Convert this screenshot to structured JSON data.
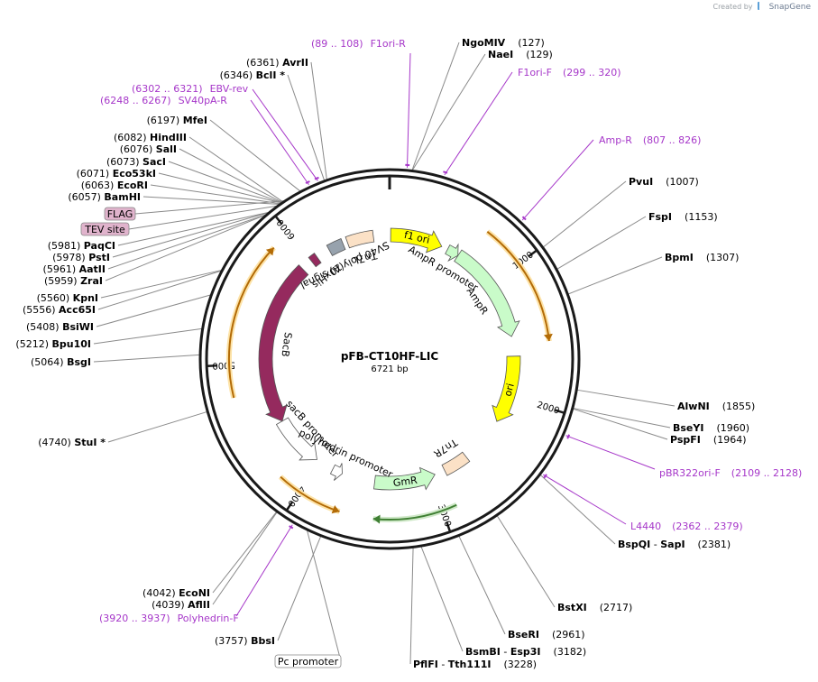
{
  "credit": {
    "prefix": "Created by",
    "brand": "SnapGene"
  },
  "plasmid": {
    "name": "pFB-CT10HF-LIC",
    "size_label": "6721 bp",
    "length": 6721
  },
  "colors": {
    "backbone": "#1a1a1a",
    "enzyme_line": "#8a8a8a",
    "primer": "#a637c9",
    "f1ori": "#ffff00",
    "ampr": "#c9fbc9",
    "sacb": "#952a5e",
    "sacb_promoter": "#ffffff",
    "gmr": "#c9fbc9",
    "tn7": "#fbe1c6",
    "sv40": "#97a2ad",
    "orf_fill": "#f5b94a",
    "orf_edge": "#b36b06",
    "gmr_orf": "#6ba55a",
    "highlight": "#e0b3cc"
  },
  "ticks": [
    {
      "label": "1000",
      "pos": 1000
    },
    {
      "label": "2000",
      "pos": 2000
    },
    {
      "label": "3000",
      "pos": 3000
    },
    {
      "label": "4000",
      "pos": 4000
    },
    {
      "label": "5000",
      "pos": 5000
    },
    {
      "label": "6000",
      "pos": 6000
    }
  ],
  "features": [
    {
      "name": "f1 ori",
      "start": 9,
      "end": 464,
      "type": "arrow",
      "color": "#ffff00",
      "label": "f1 ori",
      "labelInside": true
    },
    {
      "name": "AmpR promoter",
      "start": 520,
      "end": 624,
      "type": "promoter",
      "color": "#c9fbc9",
      "label": "AmpR promoter"
    },
    {
      "name": "AmpR",
      "start": 625,
      "end": 1485,
      "type": "arrow",
      "color": "#c9fbc9",
      "label": "AmpR"
    },
    {
      "name": "ori",
      "start": 1656,
      "end": 2244,
      "type": "arrow",
      "color": "#ffff00",
      "label": "ori",
      "labelInside": true
    },
    {
      "name": "Tn7R",
      "start": 2650,
      "end": 2870,
      "type": "box",
      "color": "#fbe1c6",
      "label": "Tn7R"
    },
    {
      "name": "GmR",
      "start": 2960,
      "end": 3490,
      "type": "arrowRev",
      "color": "#c9fbc9",
      "label": "GmR",
      "labelInside": true
    },
    {
      "name": "polyhedrin promoter",
      "start": 3780,
      "end": 3870,
      "type": "promoterRev",
      "color": "#ffffff",
      "label": "polyhedrin promoter"
    },
    {
      "name": "sacB promoter",
      "start": 4030,
      "end": 4480,
      "type": "arrowRev",
      "color": "#ffffff",
      "label": "sacB promoter"
    },
    {
      "name": "SacB",
      "start": 4480,
      "end": 5900,
      "type": "arrowRev",
      "color": "#952a5e",
      "label": "SacB"
    },
    {
      "name": "10xHis",
      "start": 6000,
      "end": 6060,
      "type": "box",
      "color": "#952a5e",
      "label": "10xHis"
    },
    {
      "name": "SV40 poly(A) signal",
      "start": 6180,
      "end": 6310,
      "type": "box",
      "color": "#97a2ad",
      "label": "SV40 poly(A) signal"
    },
    {
      "name": "Tn7L",
      "start": 6350,
      "end": 6580,
      "type": "box",
      "color": "#fbe1c6",
      "label": "Tn7L"
    }
  ],
  "orfs": [
    {
      "start": 700,
      "end": 1560,
      "dir": 1,
      "color": "#f5b94a"
    },
    {
      "start": 2900,
      "end": 3470,
      "dir": 1,
      "color": "#6ba55a"
    },
    {
      "start": 3700,
      "end": 4160,
      "dir": -1,
      "color": "#f5b94a"
    },
    {
      "start": 4780,
      "end": 5860,
      "dir": 1,
      "color": "#f5b94a"
    }
  ],
  "enzymes_right": [
    {
      "name": "NgoMIV",
      "pos_label": "(127)",
      "site": 127
    },
    {
      "name": "NaeI",
      "pos_label": "(129)",
      "site": 129
    },
    {
      "name": "PvuI",
      "pos_label": "(1007)",
      "site": 1007
    },
    {
      "name": "FspI",
      "pos_label": "(1153)",
      "site": 1153
    },
    {
      "name": "BpmI",
      "pos_label": "(1307)",
      "site": 1307
    },
    {
      "name": "AlwNI",
      "pos_label": "(1855)",
      "site": 1855
    },
    {
      "name": "BseYI",
      "pos_label": "(1960)",
      "site": 1960
    },
    {
      "name": "PspFI",
      "pos_label": "(1964)",
      "site": 1964
    },
    {
      "name": "BspQI",
      "name2": "SapI",
      "pos_label": "(2381)",
      "site": 2381
    },
    {
      "name": "BstXI",
      "pos_label": "(2717)",
      "site": 2717
    },
    {
      "name": "BseRI",
      "pos_label": "(2961)",
      "site": 2961
    },
    {
      "name": "BsmBI",
      "name2": "Esp3I",
      "pos_label": "(3182)",
      "site": 3182
    },
    {
      "name": "PflFI",
      "name2": "Tth111I",
      "pos_label": "(3228)",
      "site": 3228
    }
  ],
  "enzymes_left": [
    {
      "name": "AvrII",
      "pos_label": "(6361)",
      "site": 6361
    },
    {
      "name": "BclI",
      "pos_label": "(6346)",
      "site": 6346,
      "star": true
    },
    {
      "name": "MfeI",
      "pos_label": "(6197)",
      "site": 6197
    },
    {
      "name": "HindIII",
      "pos_label": "(6082)",
      "site": 6082
    },
    {
      "name": "SalI",
      "pos_label": "(6076)",
      "site": 6076
    },
    {
      "name": "SacI",
      "pos_label": "(6073)",
      "site": 6073
    },
    {
      "name": "Eco53kI",
      "pos_label": "(6071)",
      "site": 6071
    },
    {
      "name": "EcoRI",
      "pos_label": "(6063)",
      "site": 6063
    },
    {
      "name": "BamHI",
      "pos_label": "(6057)",
      "site": 6057
    },
    {
      "name": "PaqCI",
      "pos_label": "(5981)",
      "site": 5981
    },
    {
      "name": "PstI",
      "pos_label": "(5978)",
      "site": 5978
    },
    {
      "name": "AatII",
      "pos_label": "(5961)",
      "site": 5961
    },
    {
      "name": "ZraI",
      "pos_label": "(5959)",
      "site": 5959
    },
    {
      "name": "KpnI",
      "pos_label": "(5560)",
      "site": 5560
    },
    {
      "name": "Acc65I",
      "pos_label": "(5556)",
      "site": 5556
    },
    {
      "name": "BsiWI",
      "pos_label": "(5408)",
      "site": 5408
    },
    {
      "name": "Bpu10I",
      "pos_label": "(5212)",
      "site": 5212
    },
    {
      "name": "BsgI",
      "pos_label": "(5064)",
      "site": 5064
    },
    {
      "name": "StuI",
      "pos_label": "(4740)",
      "site": 4740,
      "star": true
    },
    {
      "name": "EcoNI",
      "pos_label": "(4042)",
      "site": 4042
    },
    {
      "name": "AflII",
      "pos_label": "(4039)",
      "site": 4039
    },
    {
      "name": "BbsI",
      "pos_label": "(3757)",
      "site": 3757
    }
  ],
  "primers": [
    {
      "name": "F1ori-R",
      "range": "(89 .. 108)",
      "site": 98,
      "side": "left-of-name",
      "dir": -1
    },
    {
      "name": "F1ori-F",
      "range": "(299 .. 320)",
      "site": 310,
      "side": "name-first",
      "dir": 1
    },
    {
      "name": "Amp-R",
      "range": "(807 .. 826)",
      "site": 816,
      "side": "name-first",
      "dir": -1
    },
    {
      "name": "pBR322ori-F",
      "range": "(2109 .. 2128)",
      "site": 2118,
      "side": "name-first",
      "dir": 1
    },
    {
      "name": "L4440",
      "range": "(2362 .. 2379)",
      "site": 2370,
      "side": "name-first",
      "dir": 1
    },
    {
      "name": "Polyhedrin-F",
      "range": "(3920 .. 3937)",
      "site": 3928,
      "side": "range-first",
      "dir": 1
    },
    {
      "name": "SV40pA-R",
      "range": "(6248 .. 6267)",
      "site": 6257,
      "side": "range-first",
      "dir": -1
    },
    {
      "name": "EBV-rev",
      "range": "(6302 .. 6321)",
      "site": 6311,
      "side": "range-first",
      "dir": -1
    }
  ],
  "boxed_labels": [
    {
      "name": "FLAG",
      "site": 6090,
      "style": "highlight"
    },
    {
      "name": "TEV site",
      "site": 6040,
      "style": "highlight"
    },
    {
      "name": "Pc promoter",
      "site": 3840,
      "style": "plain"
    }
  ]
}
